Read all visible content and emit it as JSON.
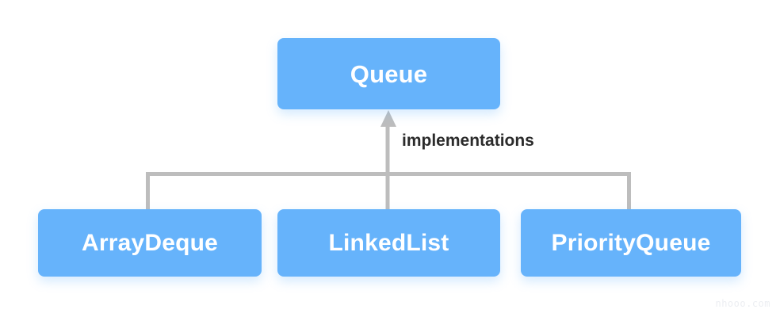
{
  "diagram": {
    "type": "class-hierarchy",
    "background_color": "#ffffff",
    "node_color": "#66b3fb",
    "node_text_color": "#ffffff",
    "connector_color": "#bdbdbd",
    "label_color": "#2b2b2b",
    "root": {
      "id": "queue",
      "label": "Queue"
    },
    "edge": {
      "label": "implementations",
      "direction": "children-to-root",
      "arrowhead": "up-triangle"
    },
    "children": [
      {
        "id": "arraydeque",
        "label": "ArrayDeque"
      },
      {
        "id": "linkedlist",
        "label": "LinkedList"
      },
      {
        "id": "priorityqueue",
        "label": "PriorityQueue"
      }
    ]
  },
  "watermark": {
    "text": "nhooo.com"
  }
}
